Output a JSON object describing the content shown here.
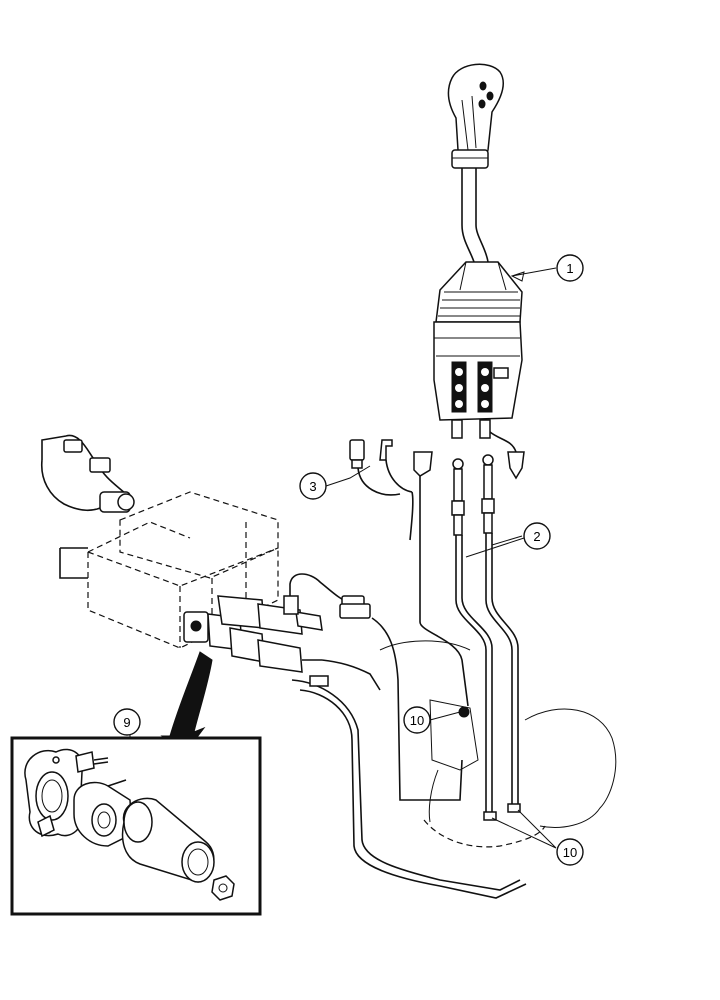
{
  "callouts": {
    "item_1": "1",
    "item_2": "2",
    "item_3": "3",
    "item_9": "9",
    "item_10_upper": "10",
    "item_10_lower": "10"
  },
  "icons": [
    "joystick-valve-icon",
    "hydraulic-hose-icon",
    "wiring-harness-icon",
    "control-valve-block-icon",
    "flange-fitting-icon",
    "floor-plate-icon"
  ]
}
